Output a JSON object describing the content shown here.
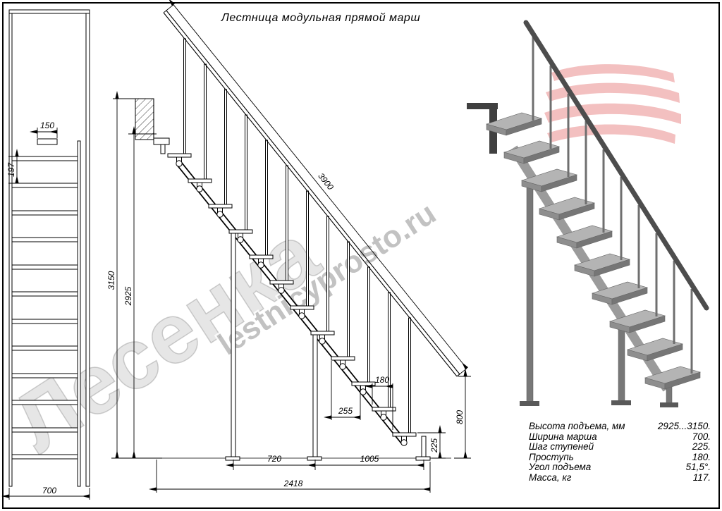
{
  "title": "Лестница модульная прямой марш",
  "watermarks": {
    "big": "Лесенка",
    "site": "lestnicyprosto.ru"
  },
  "front_view": {
    "dim_top_width": "150",
    "dim_step": "197",
    "dim_width": "700"
  },
  "side_view": {
    "dim_rail_length": "3900",
    "dim_total_height": "3150",
    "dim_rail_height": "2925",
    "dim_tread": "180",
    "dim_module": "255",
    "dim_rise": "225",
    "dim_span_1": "720",
    "dim_span_2": "1005",
    "dim_end_height": "800",
    "dim_total_length": "2418"
  },
  "specs": {
    "rows": [
      {
        "label": "Высота подъема, мм",
        "value": "2925...3150."
      },
      {
        "label": "Ширина марша",
        "value": "700."
      },
      {
        "label": "Шаг ступеней",
        "value": "225."
      },
      {
        "label": "Проступь",
        "value": "180."
      },
      {
        "label": "Угол подъема",
        "value": "51,5°."
      },
      {
        "label": "Масса, кг",
        "value": "117."
      }
    ]
  }
}
